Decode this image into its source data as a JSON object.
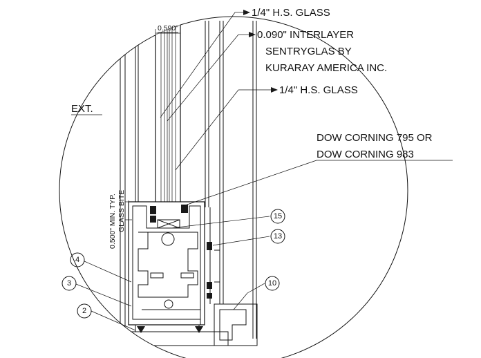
{
  "labels": {
    "glass_outer": "1/4\" H.S. GLASS",
    "interlayer_1": "0.090\" INTERLAYER",
    "interlayer_2": "SENTRYGLAS BY",
    "interlayer_3": "KURARAY AMERICA INC.",
    "glass_inner": "1/4\" H.S. GLASS",
    "sealant_1": "DOW CORNING 795 OR",
    "sealant_2": "DOW CORNING 983",
    "exterior": "EXT.",
    "dim_thickness": "0.590\"",
    "bite_1": "0.500\" MIN. TYP.",
    "bite_2": "GLASS BITE"
  },
  "callouts": {
    "c15": "15",
    "c13": "13",
    "c10": "10",
    "c4": "4",
    "c3": "3",
    "c2": "2"
  }
}
